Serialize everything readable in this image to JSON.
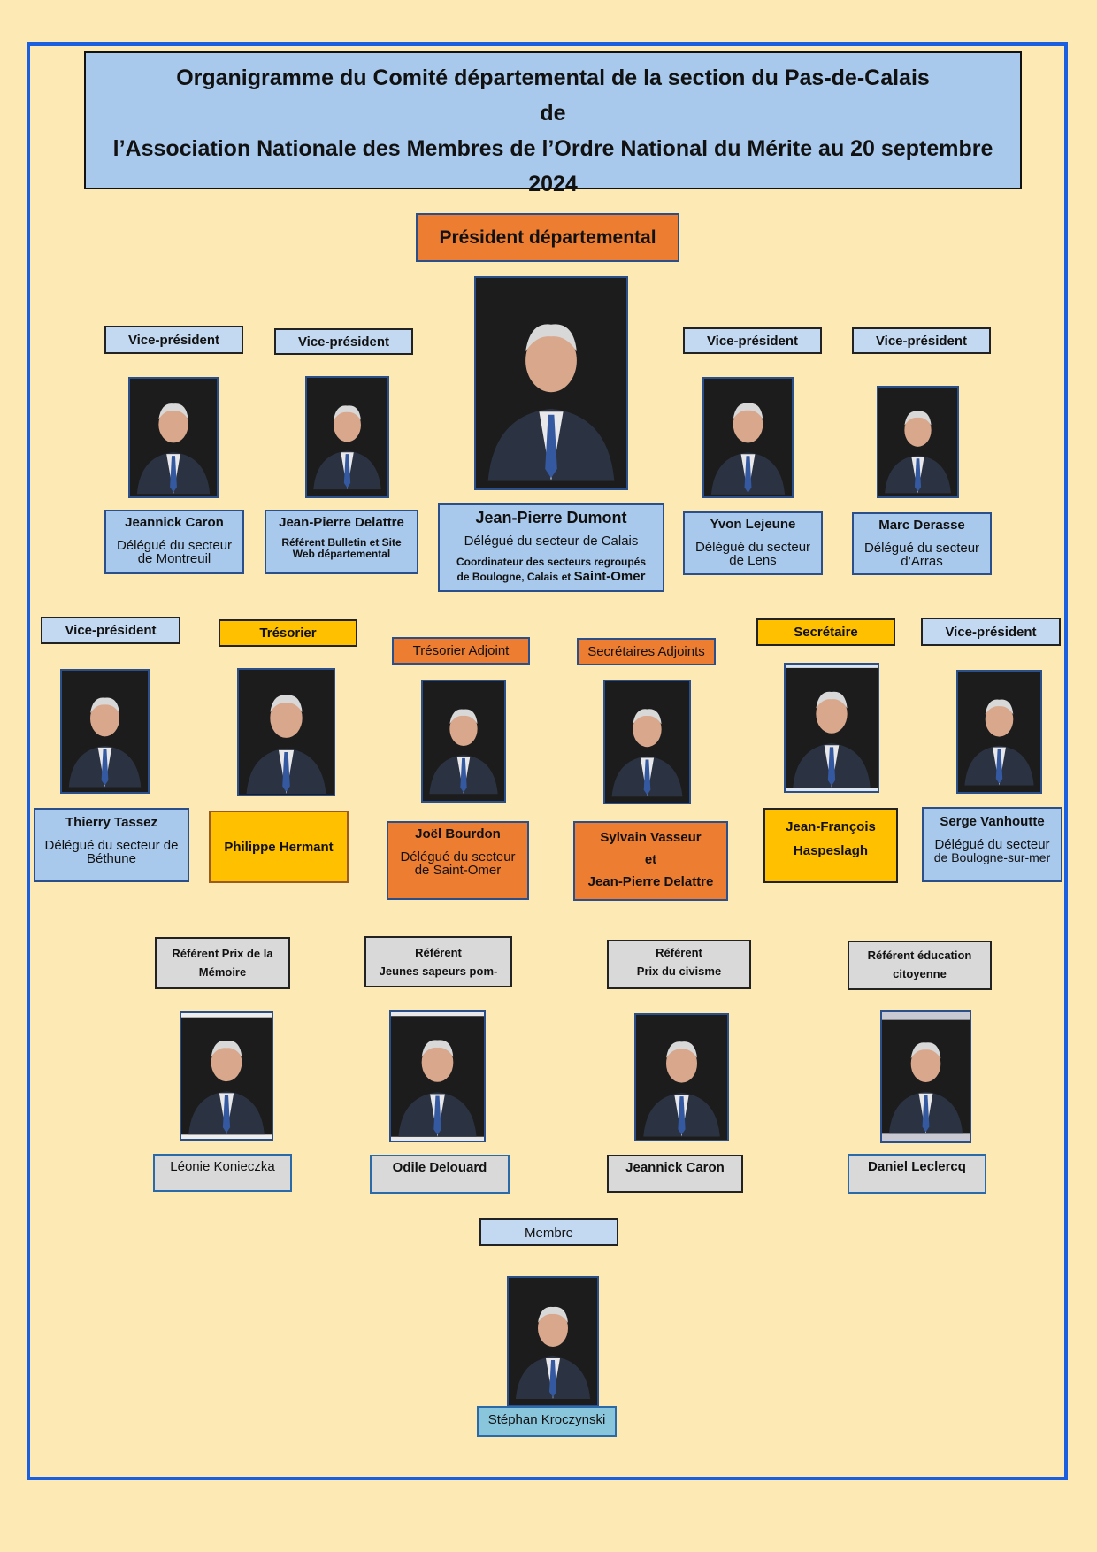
{
  "title": {
    "line1": "Organigramme du Comité départemental de la section du Pas-de-Calais",
    "line2": "de",
    "line3": "l’Association Nationale des Membres de l’Ordre National du Mérite au 20 septembre 2024"
  },
  "president": {
    "role": "Président départemental",
    "name": "Jean-Pierre Dumont",
    "line1": "Délégué du secteur de Calais",
    "line2": "Coordinateur des secteurs regroupés",
    "line3a": "de Boulogne, Calais et ",
    "line3b": "Saint-Omer"
  },
  "row1": [
    {
      "role": "Vice-président",
      "name": "Jeannick Caron",
      "desc1": "Délégué du secteur",
      "desc2": "de Montreuil"
    },
    {
      "role": "Vice-président",
      "name": "Jean-Pierre Delattre",
      "desc1": "Référent Bulletin et Site",
      "desc2": "Web départemental"
    },
    {
      "role": "Vice-président",
      "name": "Yvon Lejeune",
      "desc1": "Délégué du secteur",
      "desc2": "de Lens"
    },
    {
      "role": "Vice-président",
      "name": "Marc Derasse",
      "desc1": "Délégué du secteur",
      "desc2": "d’Arras"
    }
  ],
  "row2": [
    {
      "role": "Vice-président",
      "name": "Thierry Tassez",
      "desc1": "Délégué du secteur de",
      "desc2": "Béthune"
    },
    {
      "role": "Trésorier",
      "name": "Philippe Hermant"
    },
    {
      "role": "Trésorier Adjoint",
      "name": "Joël Bourdon",
      "desc1": "Délégué du secteur",
      "desc2": "de Saint-Omer"
    },
    {
      "role": "Secrétaires Adjoints",
      "name": "Sylvain Vasseur",
      "and": "et",
      "name2": "Jean-Pierre  Delattre"
    },
    {
      "role": "Secrétaire",
      "name": "Jean-François",
      "name2": "Haspeslagh"
    },
    {
      "role": "Vice-président",
      "name": "Serge Vanhoutte",
      "desc1": "Délégué du secteur",
      "desc2": "de Boulogne-sur-mer"
    }
  ],
  "row3": [
    {
      "role1": "Référent  Prix de la",
      "role2": "Mémoire",
      "name": "Léonie Konieczka"
    },
    {
      "role1": "Référent",
      "role2": "Jeunes sapeurs pom-",
      "name": "Odile Delouard"
    },
    {
      "role1": "Référent",
      "role2": "Prix du civisme",
      "name": "Jeannick Caron"
    },
    {
      "role1": "Référent  éducation",
      "role2": "citoyenne",
      "name": "Daniel Leclercq"
    }
  ],
  "member": {
    "role": "Membre",
    "name": "Stéphan Kroczynski"
  }
}
